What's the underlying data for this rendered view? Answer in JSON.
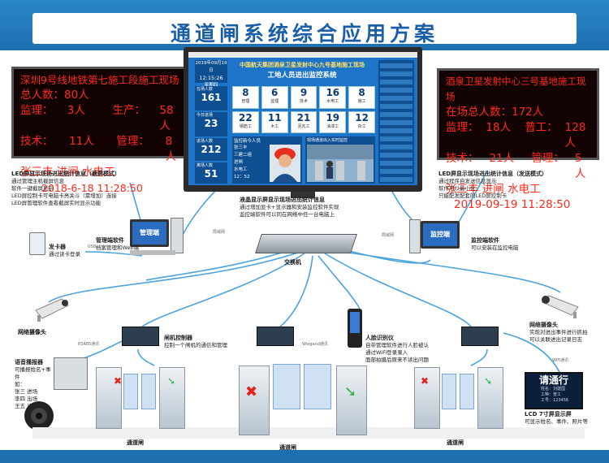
{
  "title": "通道闸系统综合应用方案",
  "led_left": {
    "line1": "深圳9号线地铁第七施工段施工现场",
    "line2": "总人数：80人",
    "row3": [
      "监理：",
      "3人",
      "生产：",
      "58人"
    ],
    "row4": [
      "技术：",
      "11人",
      "管理：",
      "8人"
    ],
    "line5": "张三丰  进闸  水电工",
    "line6": "2018-6-18 11:28:50"
  },
  "led_right": {
    "line1": "酒泉卫星发射中心三号基地施工现场",
    "line2": "在场总人数：172人",
    "row3": [
      "监理：",
      "18人",
      "普工：",
      "128人"
    ],
    "row4": [
      "技术：",
      "21人",
      "管理：",
      "5人"
    ],
    "line5": "张三丰  进闸  水电工",
    "line6": "2019-09-19 11:28:50"
  },
  "desc_left": {
    "heading": "LED屏显示现场进出统计信息（截屏模式）",
    "lines": [
      "通过管理主机截屏信息",
      "软件一键截屏显示",
      "LED屏控制卡可电脑卡亮关斗（需增加）连接",
      "LED屏管理软件查看截屏实时显示功能"
    ]
  },
  "desc_right": {
    "heading": "LED屏显示现场进出统计信息（发送模式）",
    "lines": [
      "通过程序自发送信息显示",
      "软件可以最小化",
      "只能配发配套的LED屏控制卡"
    ]
  },
  "monitor": {
    "header": "中国航天集团酒泉卫星发射中心九号基地施工现场",
    "subheader": "工地人员进出监控系统",
    "date": "2019年09月19日",
    "time": "12:15:26",
    "weekday": "星期四",
    "total_in_label": "在场人数",
    "total_in": "161",
    "today_label": "今日进场",
    "today": "23",
    "visitors_label": "进场人数",
    "visitors": "212",
    "exit_label": "离场人数",
    "exit": "51",
    "tiles": [
      {
        "n": "8",
        "t": "管理"
      },
      {
        "n": "6",
        "t": "监理"
      },
      {
        "n": "9",
        "t": "技术"
      },
      {
        "n": "16",
        "t": "水电工"
      },
      {
        "n": "8",
        "t": "施工"
      },
      {
        "n": "22",
        "t": "钢筋工"
      },
      {
        "n": "11",
        "t": "木工"
      },
      {
        "n": "21",
        "t": "泥瓦工"
      },
      {
        "n": "19",
        "t": "油漆工"
      },
      {
        "n": "12",
        "t": "杂工"
      }
    ],
    "card_title": "监控新今人员",
    "person_name": "张三丰",
    "person_team": "三建二组",
    "person_dir": "进闸",
    "person_job": "水电工",
    "person_time": "12：52",
    "photo_title": "现场通道出入实时监控"
  },
  "monitor_desc": {
    "heading": "液晶显示屏显示现场进出统计信息",
    "lines": [
      "通过增加显卡+显示器和安装监控软件实现",
      "监控端软件可以同在网络中任一台电脑上"
    ]
  },
  "admin_pc_label": "管理端",
  "admin_desc": {
    "heading": "管理端软件",
    "lines": [
      "档案管理和Web端"
    ]
  },
  "monitor_pc_label": "监控端",
  "monitor_pc_desc": {
    "heading": "监控端软件",
    "lines": [
      "可以安装在监控电脑"
    ]
  },
  "card_issuer": {
    "heading": "发卡器",
    "lines": [
      "通过读卡登录"
    ]
  },
  "switch_label": "交换机",
  "lan_left": "局域网",
  "lan_right": "局域网",
  "camera_left": "网络摄像头",
  "camera_right": {
    "heading": "网络摄像头",
    "lines": [
      "实现对进出事件进行抓拍",
      "可以关联进出记录日志"
    ]
  },
  "controller_label": {
    "heading": "闸机控制器",
    "lines": [
      "控制一个闸机的通信和管理"
    ]
  },
  "face": {
    "heading": "人脸识别仪",
    "lines": [
      "自带管理软件进行人脸被认",
      "通过WiFi登录录入",
      "面部拍摄后原来不读出问题"
    ]
  },
  "voice": {
    "heading": "语音播报器",
    "lines": [
      "可播报姓名+事件",
      "如：",
      "张三 进场",
      "李四 出场",
      "王五 请勿尾随"
    ]
  },
  "gate_left": "通道闸",
  "gate_mid": "通道闸",
  "gate_right": "通道闸",
  "lcd_title": "请通行",
  "lcd_lines": [
    "姓名：刘建国",
    "工种：普工",
    "工号：123456"
  ],
  "lcd_label": {
    "heading": "LCD 7寸屏显示屏",
    "lines": [
      "可显示姓名、事件、照片等"
    ]
  },
  "wire_labels": {
    "rs485": "RS485通讯",
    "wiegand": "Wiegand通讯",
    "wifi": "WiFi通讯",
    "usb": "USB"
  },
  "colors": {
    "banner": "#1e6fb0",
    "led_text": "#ff2a1a",
    "screen": "#1d74c8",
    "cable": "#4aa3df"
  }
}
